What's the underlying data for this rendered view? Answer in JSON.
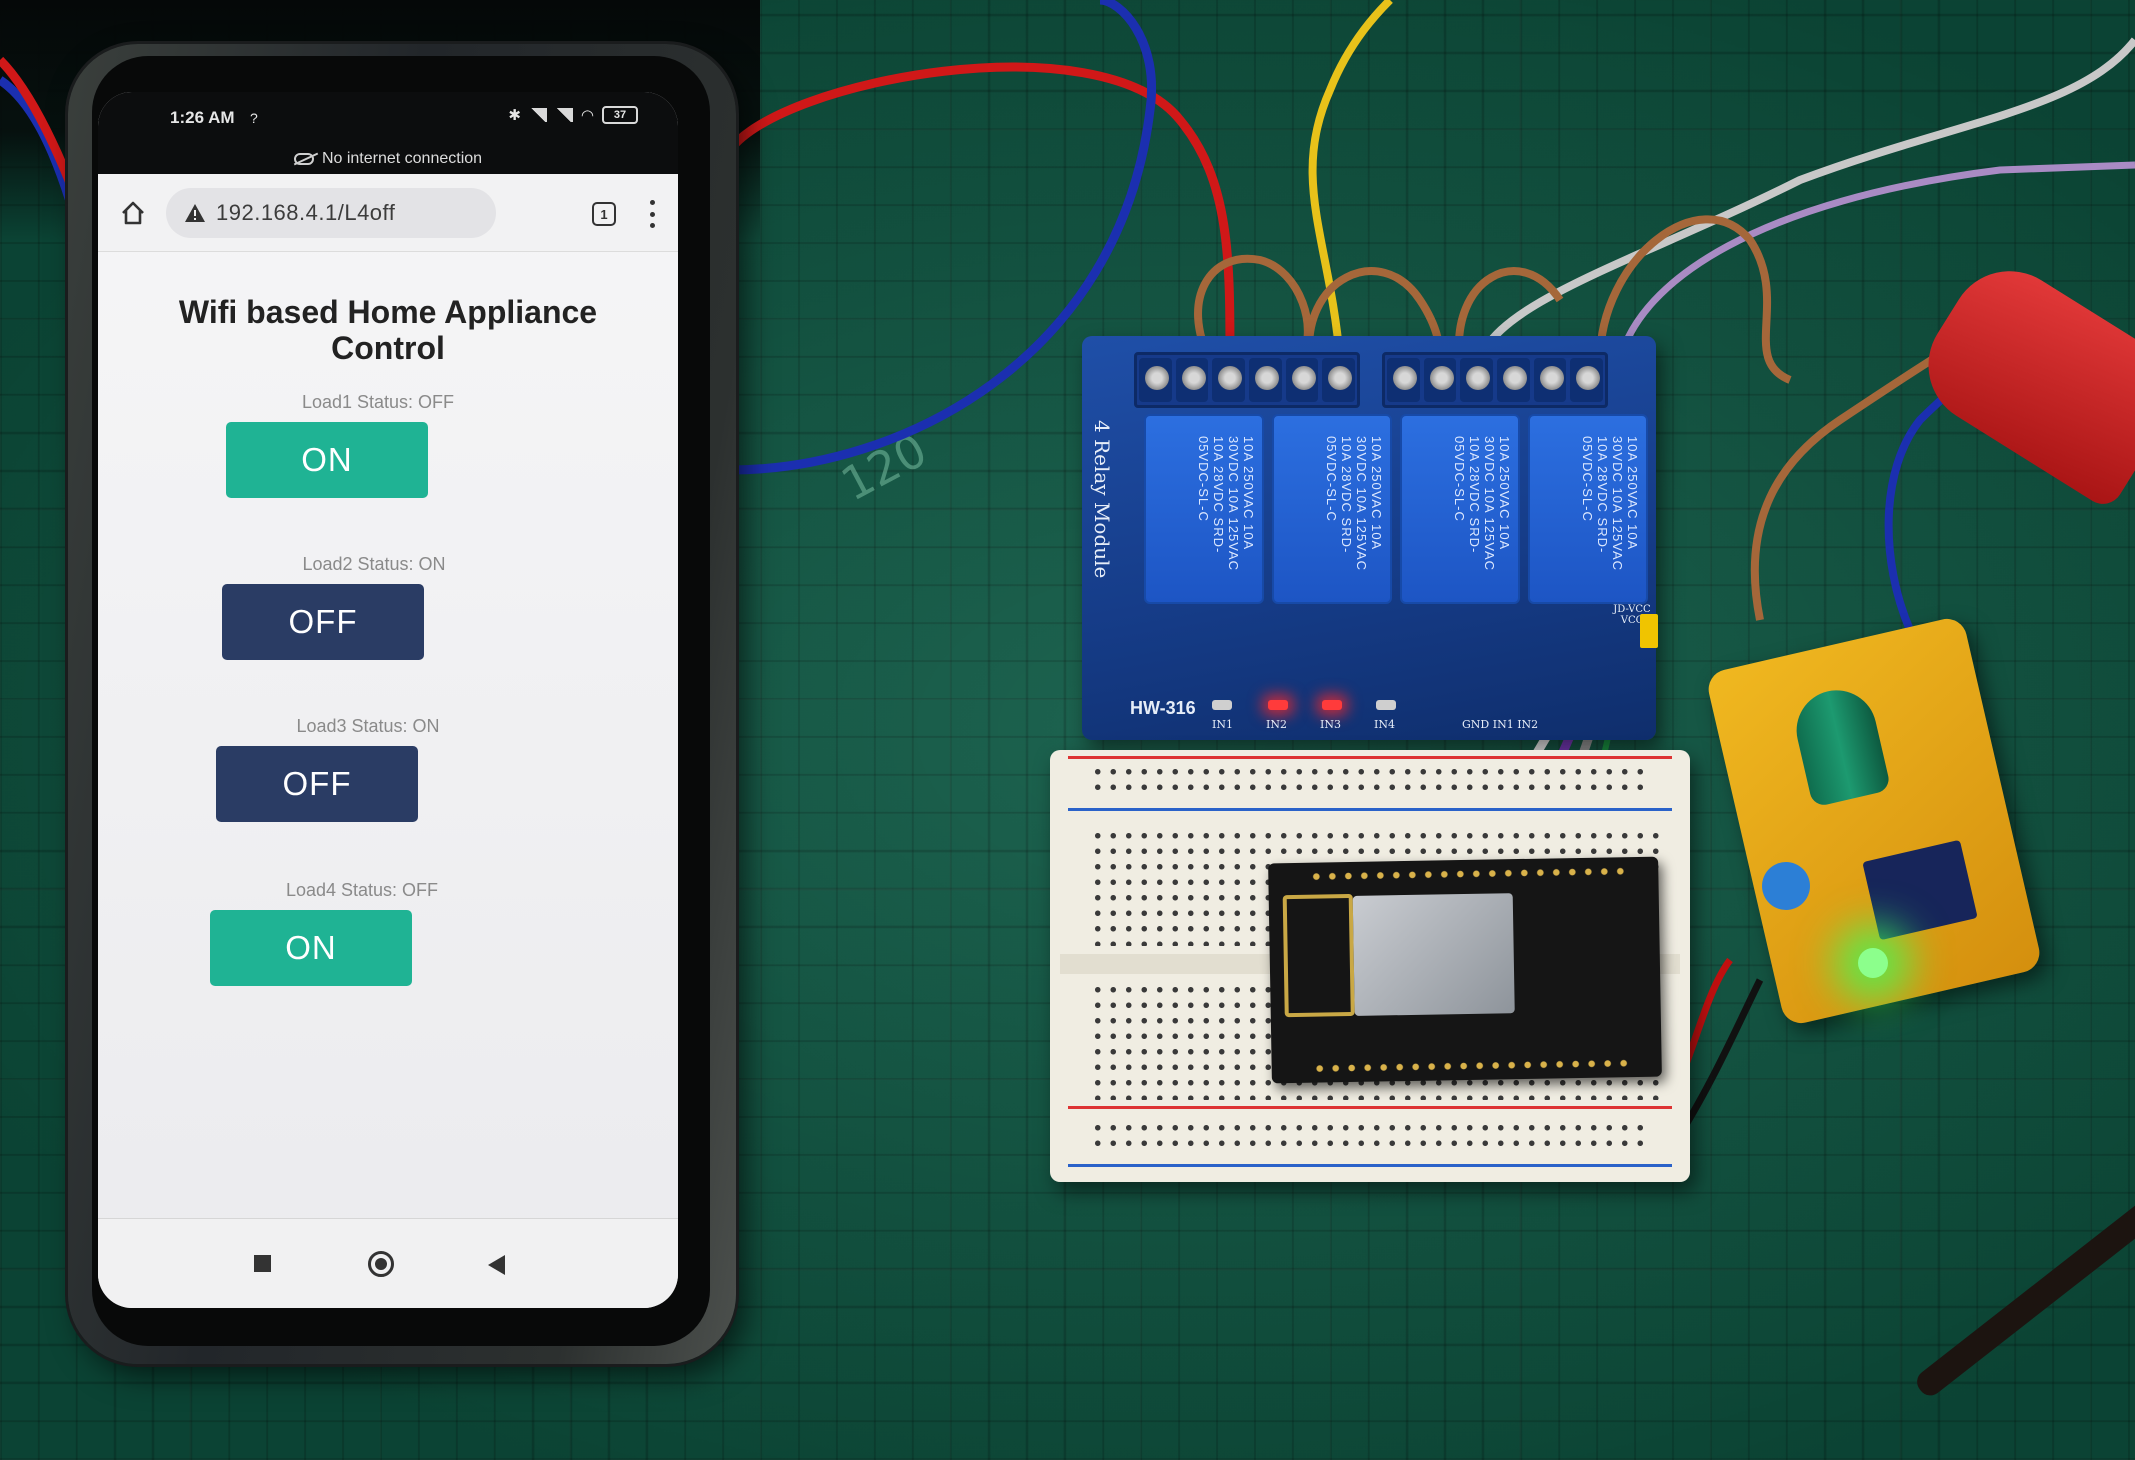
{
  "phone": {
    "statusbar": {
      "time": "1:26 AM",
      "indicator": "?",
      "battery": "37"
    },
    "network_banner": "No internet connection",
    "browser": {
      "url": "192.168.4.1/L4off",
      "tab_count": "1"
    },
    "page": {
      "title": "Wifi based Home Appliance Control",
      "loads": [
        {
          "status_label": "Load1 Status: OFF",
          "button_label": "ON",
          "button_color": "#1fb394"
        },
        {
          "status_label": "Load2 Status: ON",
          "button_label": "OFF",
          "button_color": "#2a3c64"
        },
        {
          "status_label": "Load3 Status: ON",
          "button_label": "OFF",
          "button_color": "#2a3c64"
        },
        {
          "status_label": "Load4 Status: OFF",
          "button_label": "ON",
          "button_color": "#1fb394"
        }
      ]
    },
    "navbar_icons": [
      "recents-icon",
      "home-icon",
      "back-icon"
    ]
  },
  "hardware": {
    "relay_module": {
      "name": "4 Relay Module",
      "model": "HW-316",
      "relay_label": "10A 250VAC 10A 30VDC 10A 125VAC 10A 28VDC SRD-05VDC-SL-C",
      "inputs": [
        "IN1",
        "IN2",
        "IN3",
        "IN4"
      ],
      "header": "GND IN1 IN2",
      "jumper_label": "JD-VCC VCC"
    },
    "mat_number": "120"
  }
}
